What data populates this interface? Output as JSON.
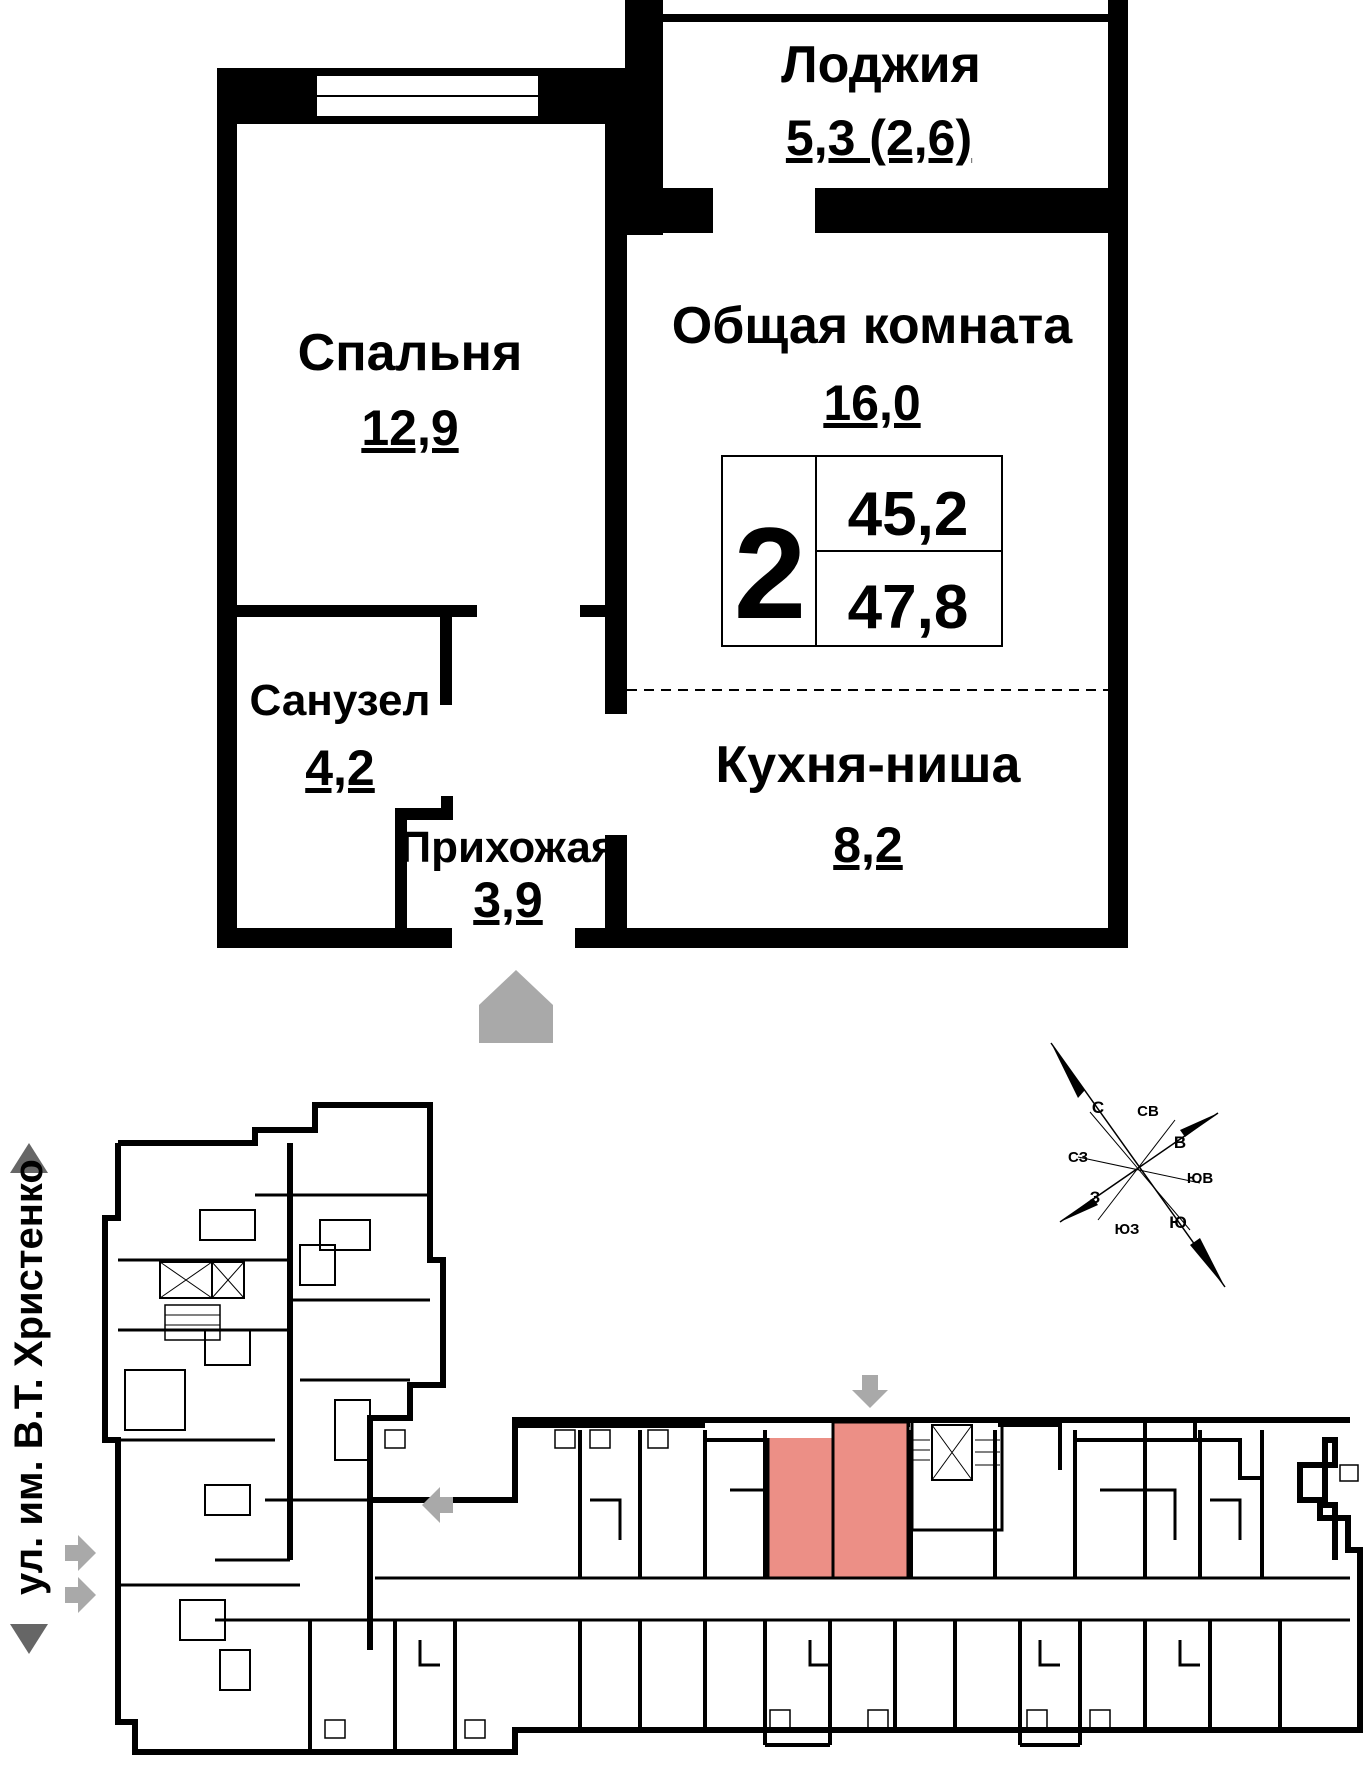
{
  "plan": {
    "rooms": [
      {
        "name": "Лоджия",
        "area": "5,3 (2,6)"
      },
      {
        "name": "Спальня",
        "area": "12,9"
      },
      {
        "name": "Общая комната",
        "area": "16,0"
      },
      {
        "name": "Санузел",
        "area": "4,2"
      },
      {
        "name": "Кухня-ниша",
        "area": "8,2"
      },
      {
        "name": "Прихожая",
        "area": "3,9"
      }
    ],
    "summary": {
      "room_count": "2",
      "living_area": "45,2",
      "total_area": "47,8"
    }
  },
  "floor": {
    "street_label": "ул. им. В.Т. Христенко",
    "highlight_color": "#ec8f86",
    "wall_color": "#000000",
    "arrow_color": "#a9a9a9"
  },
  "compass": {
    "n": "С",
    "ne": "СВ",
    "e": "В",
    "se": "ЮВ",
    "s": "Ю",
    "sw": "ЮЗ",
    "w": "З",
    "nw": "СЗ"
  }
}
